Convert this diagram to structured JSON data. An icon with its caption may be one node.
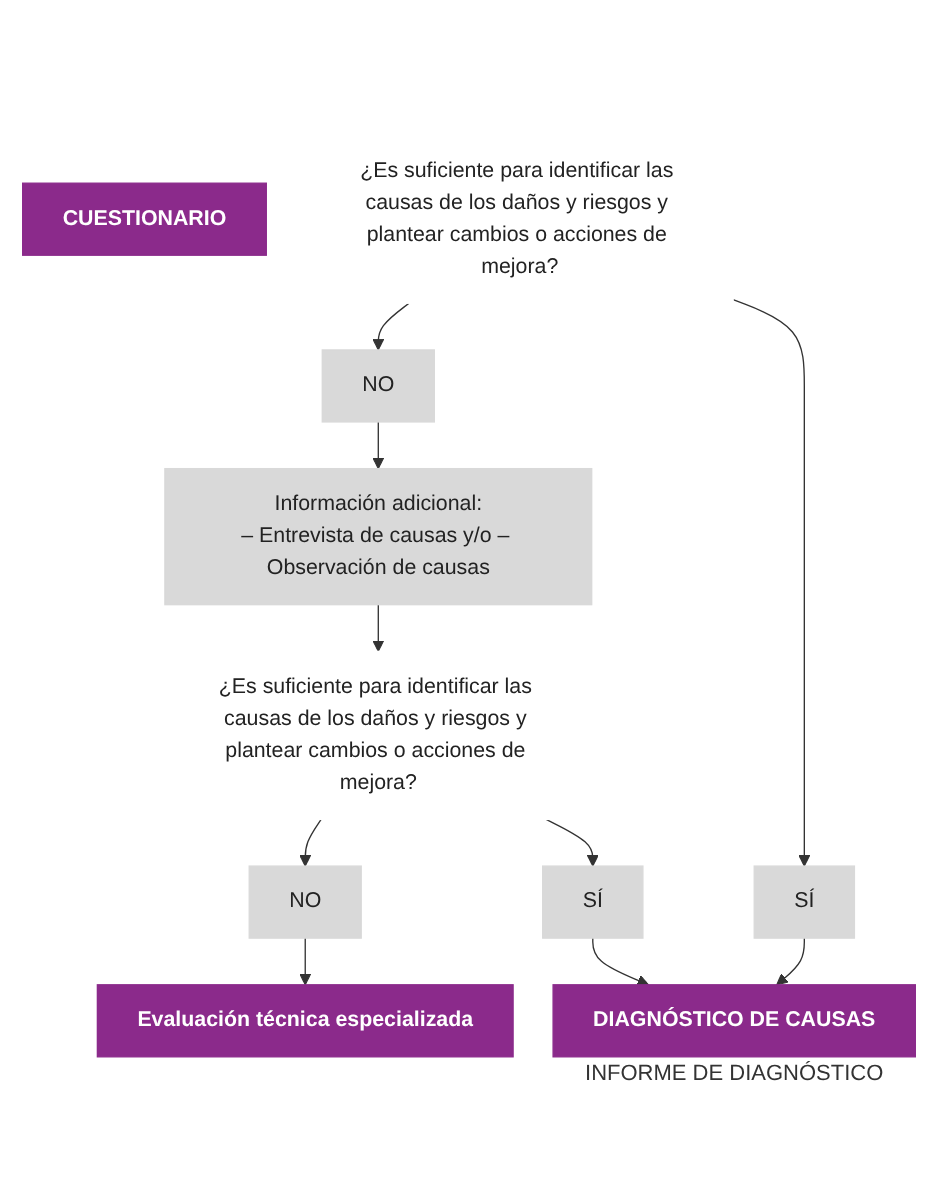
{
  "diagram": {
    "nodes": [
      {
        "text": [
          "CUESTIONARIO"
        ]
      },
      {
        "text": [
          "¿Es suficiente para identificar las causas de los daños y riesgos y plantear cambios o acciones de mejora?"
        ]
      },
      {
        "text": [
          "NO"
        ]
      },
      {
        "text": [
          "SÍ"
        ]
      },
      {
        "text": [
          "DIAGNÓSTICO DE CAUSAS"
        ],
        "beside": [
          "INFORME DE DIAGNÓSTICO"
        ]
      },
      {
        "text": [
          "Información adicional:",
          "– Entrevista de causas y/o – Observación de causas"
        ]
      },
      {
        "text": [
          "¿Es suficiente para identificar las causas de los daños y riesgos y plantear cambios o acciones de mejora?"
        ]
      },
      {
        "text": [
          "NO"
        ]
      },
      {
        "text": [
          "SÍ"
        ]
      },
      {
        "text": [
          "Evaluación técnica especializada"
        ]
      }
    ],
    "edges": [
      {
        "from": 1,
        "to": 2,
        "arrow": "to"
      },
      {
        "from": 1,
        "to": 3,
        "arrow": "to"
      },
      {
        "from": 3,
        "to": 4,
        "arrow": "to"
      },
      {
        "from": 2,
        "to": 5,
        "arrow": "to"
      },
      {
        "from": 5,
        "to": 6,
        "arrow": "to"
      },
      {
        "from": 6,
        "to": 7,
        "arrow": "to"
      },
      {
        "from": 6,
        "to": 8,
        "arrow": "to"
      },
      {
        "from": 8,
        "to": 4,
        "arrow": "to"
      },
      {
        "from": 7,
        "to": 9,
        "arrow": "to"
      }
    ]
  }
}
